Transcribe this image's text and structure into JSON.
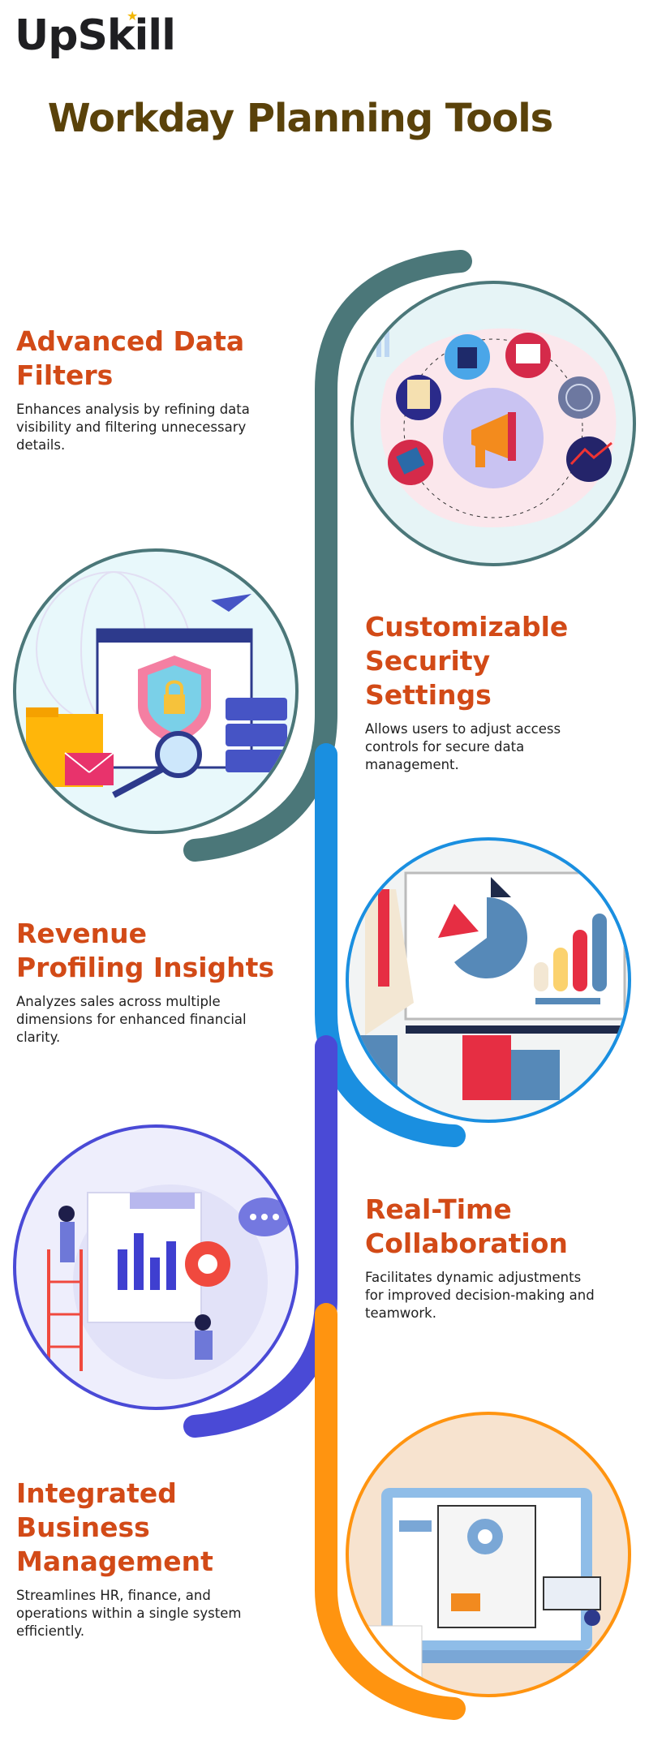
{
  "brand": {
    "logo_text": "UpSkill"
  },
  "page_title": "Workday Planning Tools",
  "sections": [
    {
      "title": "Advanced Data Filters",
      "description": "Enhances analysis by refining data visibility and filtering unnecessary details.",
      "accent": "#4b7779"
    },
    {
      "title": "Customizable Security Settings",
      "description": "Allows users to adjust access controls for secure data management.",
      "accent": "#4b7779"
    },
    {
      "title": "Revenue Profiling Insights",
      "description": "Analyzes sales across multiple dimensions for enhanced financial clarity.",
      "accent": "#1a8fe0"
    },
    {
      "title": "Real-Time Collaboration",
      "description": "Facilitates dynamic adjustments for improved decision-making and teamwork.",
      "accent": "#4a4ad6"
    },
    {
      "title": "Integrated Business Management",
      "description": "Streamlines HR, finance, and operations within a single system efficiently.",
      "accent": "#ff9410"
    }
  ],
  "colors": {
    "title": "#5a420a",
    "heading": "#d24a17",
    "teal": "#4b7779",
    "blue": "#1a8fe0",
    "indigo": "#4a4ad6",
    "orange": "#ff9410"
  }
}
